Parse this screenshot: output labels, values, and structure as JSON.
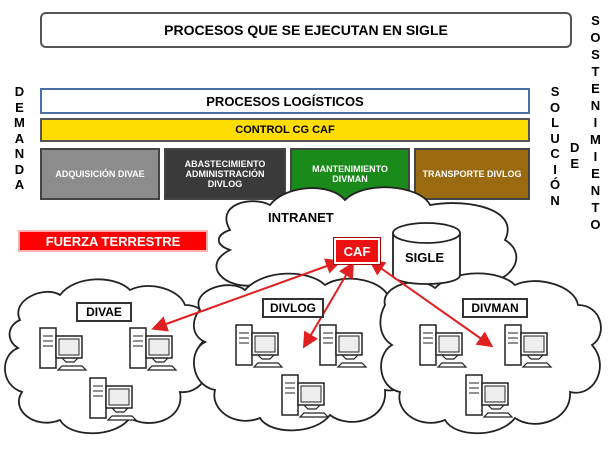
{
  "title": "PROCESOS QUE SE EJECUTAN EN SIGLE",
  "left_vertical": [
    "D",
    "E",
    "M",
    "A",
    "N",
    "D",
    "A"
  ],
  "solucion_vertical": [
    "S",
    "O",
    "L",
    "U",
    "C",
    "I",
    "Ó",
    "N"
  ],
  "de_vertical": [
    "D",
    "E"
  ],
  "sostenimiento_vertical": [
    "S",
    "O",
    "S",
    "T",
    "E",
    "N",
    "I",
    "M",
    "I",
    "E",
    "N",
    "T",
    "O"
  ],
  "procesos_logisticos": "PROCESOS LOGÍSTICOS",
  "control": "CONTROL CG CAF",
  "departments": [
    {
      "label": "ADQUISICIÓN DIVAE",
      "color": "#8c8c8c"
    },
    {
      "label": "ABASTECIMIENTO ADMINISTRACIÓN DIVLOG",
      "color": "#3a3a3a"
    },
    {
      "label": "MANTENIMIENTO DIVMAN",
      "color": "#1a8a1a"
    },
    {
      "label": "TRANSPORTE DIVLOG",
      "color": "#9a6a10"
    }
  ],
  "fuerza_terrestre": "FUERZA TERRESTRE",
  "intranet": "INTRANET",
  "caf": "CAF",
  "sigle": "SIGLE",
  "clusters": [
    "DIVAE",
    "DIVLOG",
    "DIVMAN"
  ]
}
